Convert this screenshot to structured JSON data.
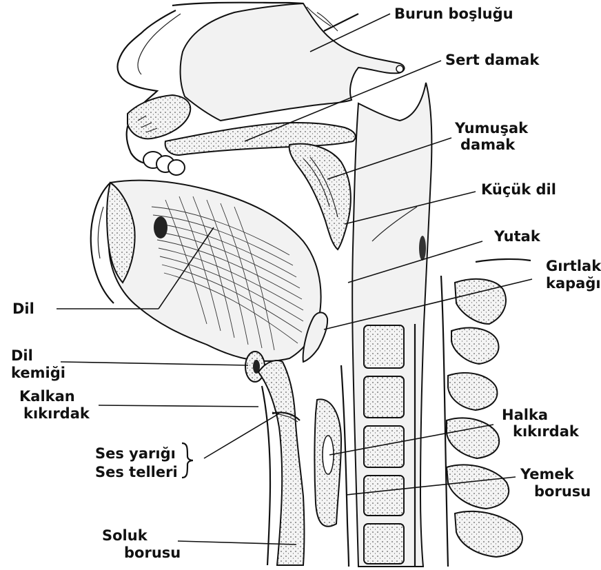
{
  "diagram": {
    "labels": {
      "burun_boslugu": "Burun boşluğu",
      "sert_damak": "Sert damak",
      "yumusak_damak_1": "Yumuşak",
      "yumusak_damak_2": "damak",
      "kucuk_dil": "Küçük dil",
      "yutak": "Yutak",
      "girtlak_kapagi_1": "Gırtlak",
      "girtlak_kapagi_2": "kapağı",
      "dil": "Dil",
      "dil_kemigi_1": "Dil",
      "dil_kemigi_2": "kemiği",
      "kalkan_kikirdak_1": "Kalkan",
      "kalkan_kikirdak_2": "kıkırdak",
      "ses_yarigi": "Ses yarığı",
      "ses_telleri": "Ses telleri",
      "halka_kikirdak_1": "Halka",
      "halka_kikirdak_2": "kıkırdak",
      "yemek_borusu_1": "Yemek",
      "yemek_borusu_2": "borusu",
      "soluk_borusu_1": "Soluk",
      "soluk_borusu_2": "borusu"
    },
    "colors": {
      "ink": "#111111",
      "paper": "#ffffff",
      "tissue_fill": "#f2f2f2",
      "bone_fill": "#e6e6e6"
    }
  }
}
